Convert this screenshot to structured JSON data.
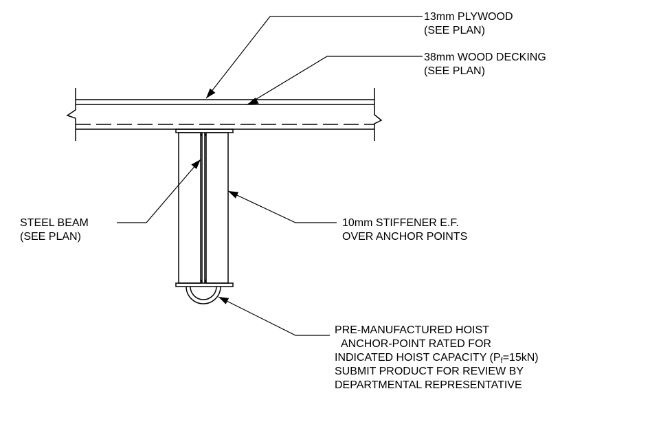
{
  "callouts": {
    "plywood": {
      "line1": "13mm PLYWOOD",
      "line2": "(SEE PLAN)"
    },
    "decking": {
      "line1": "38mm WOOD DECKING",
      "line2": "(SEE PLAN)"
    },
    "steel_beam": {
      "line1": "STEEL BEAM",
      "line2": "(SEE PLAN)"
    },
    "stiffener": {
      "line1": "10mm STIFFENER E.F.",
      "line2": "OVER ANCHOR POINTS"
    },
    "hoist_anchor": {
      "line1": "PRE-MANUFACTURED HOIST",
      "line2": "ANCHOR-POINT RATED FOR",
      "line3_prefix": "INDICATED HOIST CAPACITY (P",
      "line3_sub": "f",
      "line3_suffix": "=15kN)",
      "line4": "SUBMIT PRODUCT FOR REVIEW BY",
      "line5": "DEPARTMENTAL REPRESENTATIVE"
    }
  },
  "colors": {
    "line": "#000000",
    "background": "#ffffff"
  }
}
